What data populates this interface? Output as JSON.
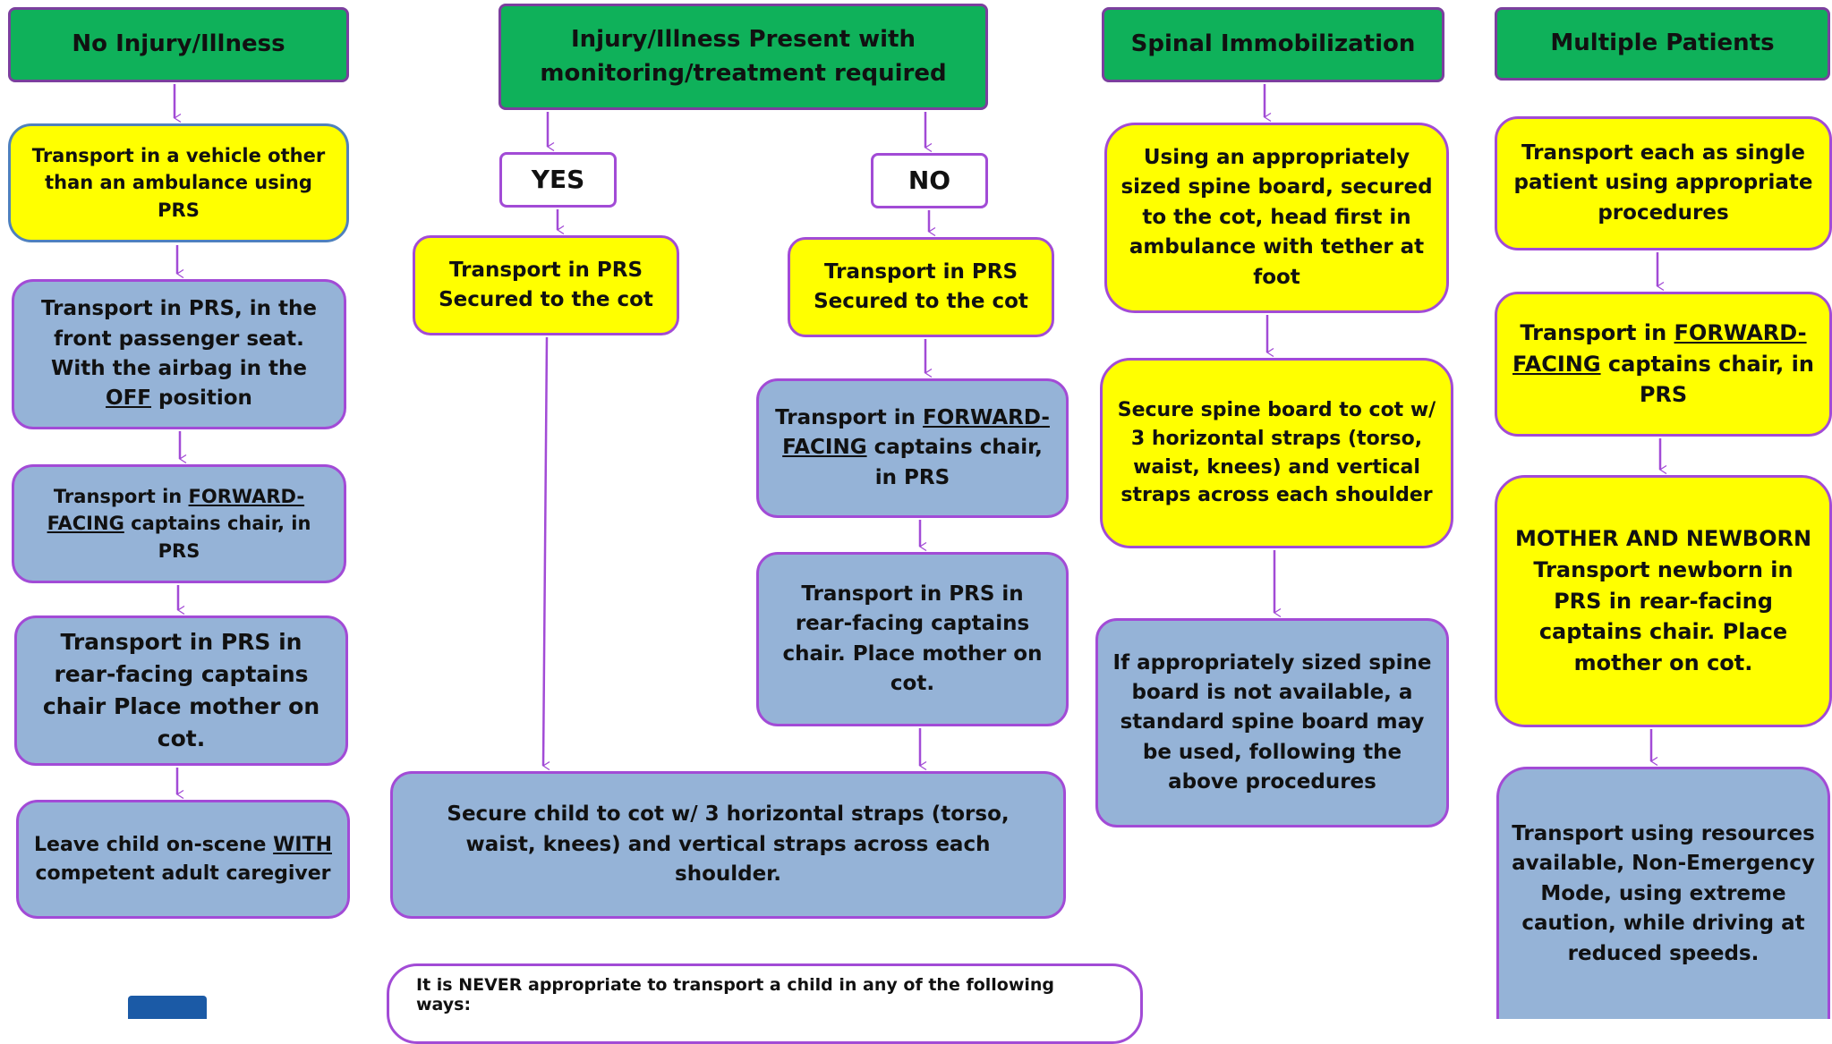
{
  "headers": {
    "no_injury": "No Injury/Illness",
    "injury": "Injury/Illness Present with monitoring/treatment required",
    "spinal": "Spinal Immobilization",
    "multiple": "Multiple Patients"
  },
  "col1": {
    "b1": "Transport in a vehicle other than an ambulance using PRS",
    "b2_pre": "Transport in PRS, in the front passenger seat. With the airbag in the ",
    "b2_u": "OFF",
    "b2_post": " position",
    "b3_pre": "Transport in ",
    "b3_u": "FORWARD-FACING",
    "b3_post": " captains chair, in PRS",
    "b4": "Transport in PRS in rear-facing captains chair Place mother on cot.",
    "b5_pre": "Leave child on-scene ",
    "b5_u": "WITH",
    "b5_post": " competent adult caregiver"
  },
  "col2": {
    "yes": "YES",
    "no": "NO",
    "yes_box": "Transport in PRS Secured to the cot",
    "no_box": "Transport in PRS Secured to the cot",
    "fwd_pre": "Transport in ",
    "fwd_u": "FORWARD-FACING",
    "fwd_post": " captains chair, in PRS",
    "rear": "Transport in PRS in rear-facing captains chair. Place mother on cot.",
    "secure": "Secure child to cot w/ 3 horizontal straps (torso, waist, knees) and vertical straps across each shoulder."
  },
  "col3": {
    "b1": "Using an appropriately sized spine board, secured to the cot, head first in ambulance with tether at foot",
    "b2": "Secure spine board to cot w/ 3 horizontal straps (torso, waist, knees) and vertical straps across each shoulder",
    "b3": "If appropriately sized spine board is not available, a standard spine board may be used, following the above procedures"
  },
  "col4": {
    "b1": "Transport each as single patient using appropriate procedures",
    "b2_pre": "Transport in ",
    "b2_u": "FORWARD-FACING",
    "b2_post": " captains chair, in PRS",
    "b3_title": "MOTHER AND NEWBORN",
    "b3_body": "Transport newborn in PRS in rear-facing captains chair. Place mother on cot.",
    "b4": "Transport using resources available, Non-Emergency Mode, using extreme caution, while driving at reduced speeds."
  },
  "note": "It is NEVER appropriate to transport a child in any of the following ways:",
  "colors": {
    "header_green": "#0fb15a",
    "yellow": "#ffff00",
    "blue": "#95b3d7",
    "border_purple": "#a24bd6",
    "arrow_purple": "#a24bd6"
  }
}
